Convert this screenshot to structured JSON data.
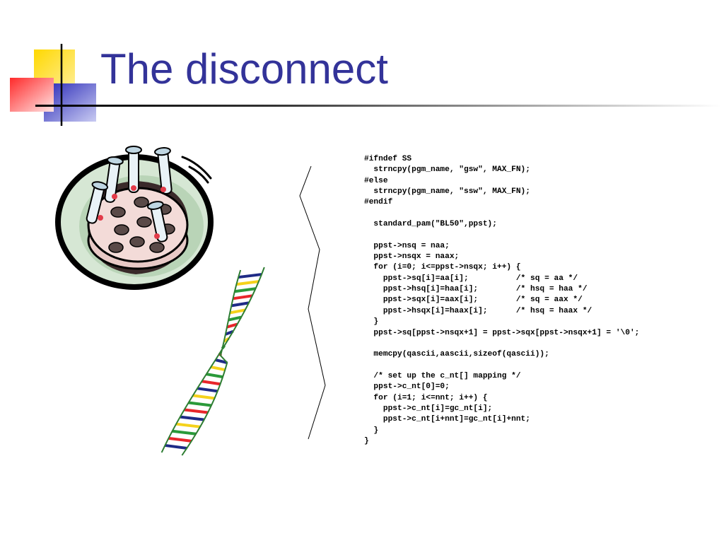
{
  "slide": {
    "title": "The disconnect",
    "code_lines": [
      "#ifndef SS",
      "  strncpy(pgm_name, \"gsw\", MAX_FN);",
      "#else",
      "  strncpy(pgm_name, \"ssw\", MAX_FN);",
      "#endif",
      "",
      "  standard_pam(\"BL50\",ppst);",
      "",
      "  ppst->nsq = naa;",
      "  ppst->nsqx = naax;",
      "  for (i=0; i<=ppst->nsqx; i++) {",
      "    ppst->sq[i]=aa[i];          /* sq = aa */",
      "    ppst->hsq[i]=haa[i];        /* hsq = haa */",
      "    ppst->sqx[i]=aax[i];        /* sq = aax */",
      "    ppst->hsqx[i]=haax[i];      /* hsq = haax */",
      "  }",
      "  ppst->sq[ppst->nsqx+1] = ppst->sqx[ppst->nsqx+1] = '\\0';",
      "",
      "  memcpy(qascii,aascii,sizeof(qascii));",
      "",
      "  /* set up the c_nt[] mapping */",
      "  ppst->c_nt[0]=0;",
      "  for (i=1; i<=nnt; i++) {",
      "    ppst->c_nt[i]=gc_nt[i];",
      "    ppst->c_nt[i+nnt]=gc_nt[i]+nnt;",
      "  }",
      "}"
    ]
  },
  "icons": {
    "title_decoration": "slide-corner-squares-icon",
    "petri": "petri-dish-with-test-tubes-clipart",
    "dna": "dna-double-helix-clipart",
    "bracket": "zigzag-bracket"
  },
  "colors": {
    "title": "#333399",
    "deco_yellow": "#FFCC00",
    "deco_blue": "#3333CC",
    "deco_red": "#FF3333"
  }
}
